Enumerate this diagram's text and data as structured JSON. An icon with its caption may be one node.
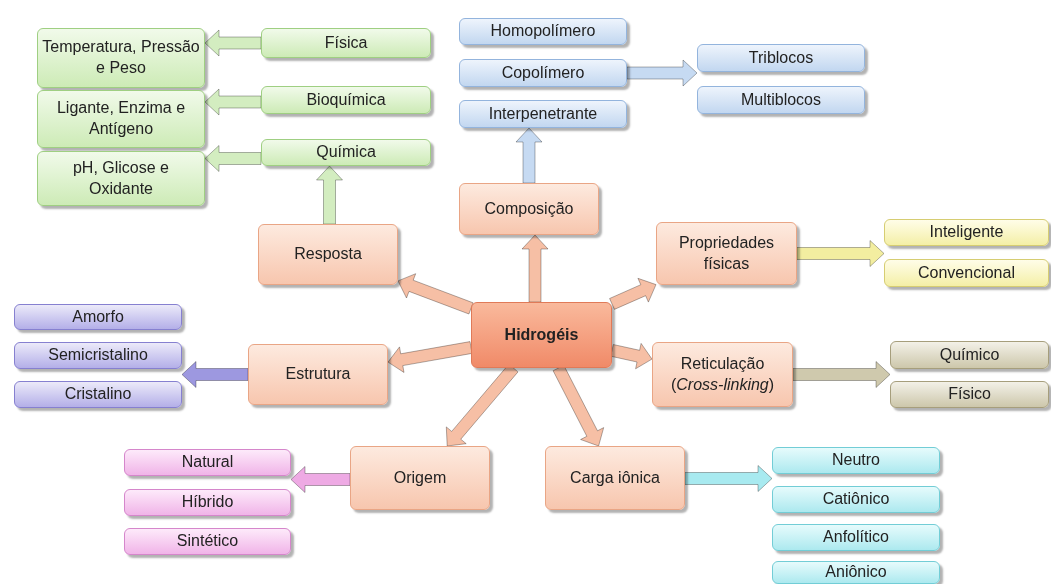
{
  "diagram": {
    "nodes": [
      {
        "text": [
          "Hidrogéis"
        ]
      },
      {
        "text": [
          "Composição"
        ]
      },
      {
        "text": [
          "Resposta"
        ]
      },
      {
        "text": [
          "Propriedades físicas"
        ]
      },
      {
        "text": [
          "Estrutura"
        ]
      },
      {
        "text": [
          "Reticulação (*Cross-linking*)"
        ]
      },
      {
        "text": [
          "Origem"
        ]
      },
      {
        "text": [
          "Carga iônica"
        ]
      },
      {
        "text": [
          "Homopolímero"
        ]
      },
      {
        "text": [
          "Copolímero"
        ]
      },
      {
        "text": [
          "Interpenetrante"
        ]
      },
      {
        "text": [
          "Triblocos"
        ]
      },
      {
        "text": [
          "Multiblocos"
        ]
      },
      {
        "text": [
          "Física"
        ]
      },
      {
        "text": [
          "Bioquímica"
        ]
      },
      {
        "text": [
          "Química"
        ]
      },
      {
        "text": [
          "Temperatura, Pressão e Peso"
        ]
      },
      {
        "text": [
          "Ligante, Enzima e Antígeno"
        ]
      },
      {
        "text": [
          "pH, Glicose e Oxidante"
        ]
      },
      {
        "text": [
          "Inteligente"
        ]
      },
      {
        "text": [
          "Convencional"
        ]
      },
      {
        "text": [
          "Amorfo"
        ]
      },
      {
        "text": [
          "Semicristalino"
        ]
      },
      {
        "text": [
          "Cristalino"
        ]
      },
      {
        "text": [
          "Químico"
        ]
      },
      {
        "text": [
          "Físico"
        ]
      },
      {
        "text": [
          "Natural"
        ]
      },
      {
        "text": [
          "Híbrido"
        ]
      },
      {
        "text": [
          "Sintético"
        ]
      },
      {
        "text": [
          "Neutro"
        ]
      },
      {
        "text": [
          "Catiônico"
        ]
      },
      {
        "text": [
          "Anfolítico"
        ]
      },
      {
        "text": [
          "Aniônico"
        ]
      }
    ],
    "edges": [
      {
        "from": 0,
        "to": 1,
        "arrow": "to"
      },
      {
        "from": 0,
        "to": 2,
        "arrow": "to"
      },
      {
        "from": 0,
        "to": 3,
        "arrow": "to"
      },
      {
        "from": 0,
        "to": 4,
        "arrow": "to"
      },
      {
        "from": 0,
        "to": 5,
        "arrow": "to"
      },
      {
        "from": 0,
        "to": 6,
        "arrow": "to"
      },
      {
        "from": 0,
        "to": 7,
        "arrow": "to"
      },
      {
        "from": 1,
        "to": 10,
        "arrow": "to",
        "color": "#c6daf2"
      },
      {
        "from": 9,
        "to": 11,
        "arrow": "to",
        "color": "#c6daf2"
      },
      {
        "from": 9,
        "to": 12,
        "arrow": "to",
        "color": "#c6daf2"
      },
      {
        "from": 2,
        "to": 15,
        "arrow": "to",
        "color": "#d3edc0"
      },
      {
        "from": 13,
        "to": 16,
        "arrow": "to",
        "color": "#d3edc0"
      },
      {
        "from": 14,
        "to": 17,
        "arrow": "to",
        "color": "#d3edc0"
      },
      {
        "from": 15,
        "to": 18,
        "arrow": "to",
        "color": "#d3edc0"
      },
      {
        "from": 3,
        "to": 19,
        "arrow": "to",
        "color": "#f3eea0"
      },
      {
        "from": 3,
        "to": 20,
        "arrow": "to",
        "color": "#f3eea0"
      },
      {
        "from": 4,
        "to": 21,
        "arrow": "to",
        "color": "#9d98e0"
      },
      {
        "from": 4,
        "to": 22,
        "arrow": "to",
        "color": "#9d98e0"
      },
      {
        "from": 4,
        "to": 23,
        "arrow": "to",
        "color": "#9d98e0"
      },
      {
        "from": 5,
        "to": 24,
        "arrow": "to",
        "color": "#cfc9ad"
      },
      {
        "from": 5,
        "to": 25,
        "arrow": "to",
        "color": "#cfc9ad"
      },
      {
        "from": 6,
        "to": 26,
        "arrow": "to",
        "color": "#eeaae4"
      },
      {
        "from": 6,
        "to": 27,
        "arrow": "to",
        "color": "#eeaae4"
      },
      {
        "from": 6,
        "to": 28,
        "arrow": "to",
        "color": "#eeaae4"
      },
      {
        "from": 7,
        "to": 29,
        "arrow": "to",
        "color": "#a8eaf0"
      },
      {
        "from": 7,
        "to": 30,
        "arrow": "to",
        "color": "#a8eaf0"
      },
      {
        "from": 7,
        "to": 31,
        "arrow": "to",
        "color": "#a8eaf0"
      },
      {
        "from": 7,
        "to": 32,
        "arrow": "to",
        "color": "#a8eaf0"
      }
    ]
  }
}
